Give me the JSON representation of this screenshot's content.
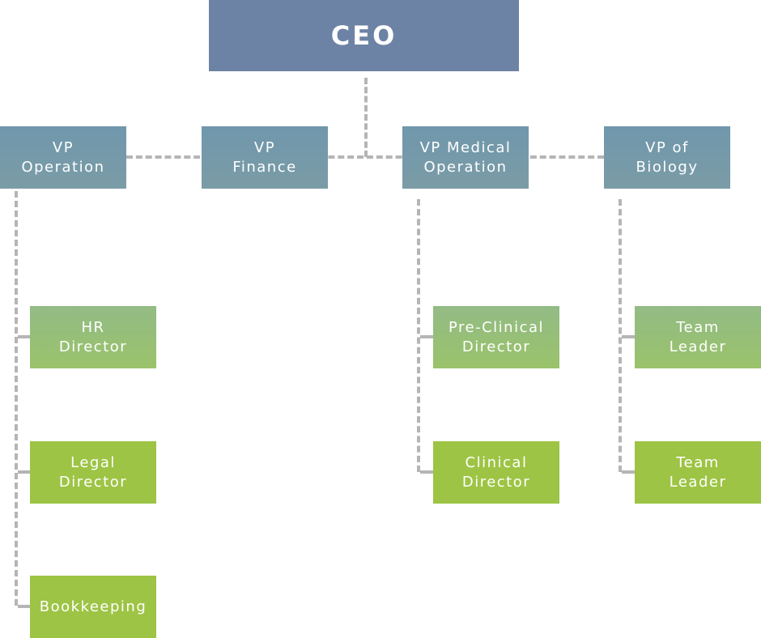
{
  "ceo": {
    "label": "CEO"
  },
  "vps": [
    {
      "label": "VP\nOperation"
    },
    {
      "label": "VP\nFinance"
    },
    {
      "label": "VP Medical\nOperation"
    },
    {
      "label": "VP of\nBiology"
    }
  ],
  "operation_reports": [
    {
      "label": "HR\nDirector"
    },
    {
      "label": "Legal\nDirector"
    },
    {
      "label": "Bookkeeping"
    }
  ],
  "medical_reports": [
    {
      "label": "Pre-Clinical\nDirector"
    },
    {
      "label": "Clinical\nDirector"
    }
  ],
  "biology_reports": [
    {
      "label": "Team\nLeader"
    },
    {
      "label": "Team\nLeader"
    }
  ],
  "colors": {
    "ceo": "#6d83a5",
    "vp": "#7499a9",
    "mid_level": "#96bf7a",
    "low_level": "#9dc444",
    "connector": "#b5b5b5"
  }
}
